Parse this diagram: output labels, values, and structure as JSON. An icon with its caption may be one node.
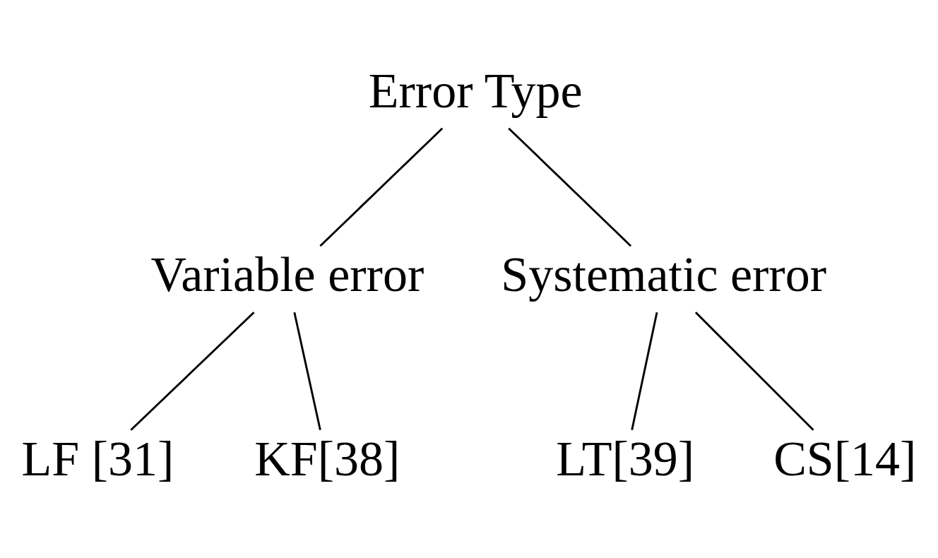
{
  "diagram": {
    "nodes": [
      {
        "text": [
          "Error Type"
        ]
      },
      {
        "text": [
          "Variable error"
        ]
      },
      {
        "text": [
          "Systematic error"
        ]
      },
      {
        "text": [
          "LF [31]"
        ]
      },
      {
        "text": [
          "KF[38]"
        ]
      },
      {
        "text": [
          "LT[39]"
        ]
      },
      {
        "text": [
          "CS[14]"
        ]
      }
    ],
    "edges": [
      {
        "from": 0,
        "to": 1,
        "arrow": "none"
      },
      {
        "from": 0,
        "to": 2,
        "arrow": "none"
      },
      {
        "from": 1,
        "to": 3,
        "arrow": "none"
      },
      {
        "from": 1,
        "to": 4,
        "arrow": "none"
      },
      {
        "from": 2,
        "to": 5,
        "arrow": "none"
      },
      {
        "from": 2,
        "to": 6,
        "arrow": "none"
      }
    ]
  }
}
